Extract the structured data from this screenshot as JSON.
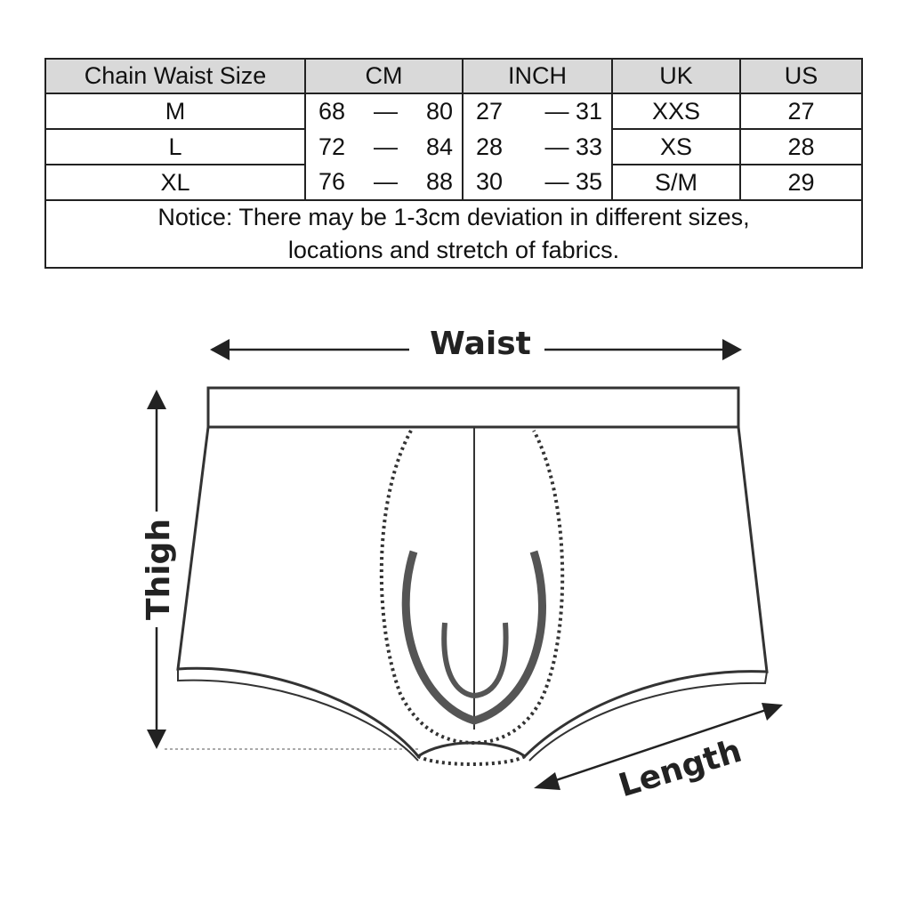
{
  "table": {
    "headers": [
      "Chain Waist Size",
      "CM",
      "INCH",
      "UK",
      "US"
    ],
    "rows": [
      {
        "size": "M",
        "cm_min": "68",
        "cm_max": "80",
        "in_min": "27",
        "in_max": "31",
        "uk": "XXS",
        "us": "27"
      },
      {
        "size": "L",
        "cm_min": "72",
        "cm_max": "84",
        "in_min": "28",
        "in_max": "33",
        "uk": "XS",
        "us": "28"
      },
      {
        "size": "XL",
        "cm_min": "76",
        "cm_max": "88",
        "in_min": "30",
        "in_max": "35",
        "uk": "S/M",
        "us": "29"
      }
    ],
    "dash": "—",
    "notice_line1": "Notice: There may be 1-3cm deviation in different sizes,",
    "notice_line2": "locations and stretch of fabrics."
  },
  "diagram": {
    "waist_label": "Waist",
    "thigh_label": "Thigh",
    "length_label": "Length"
  }
}
